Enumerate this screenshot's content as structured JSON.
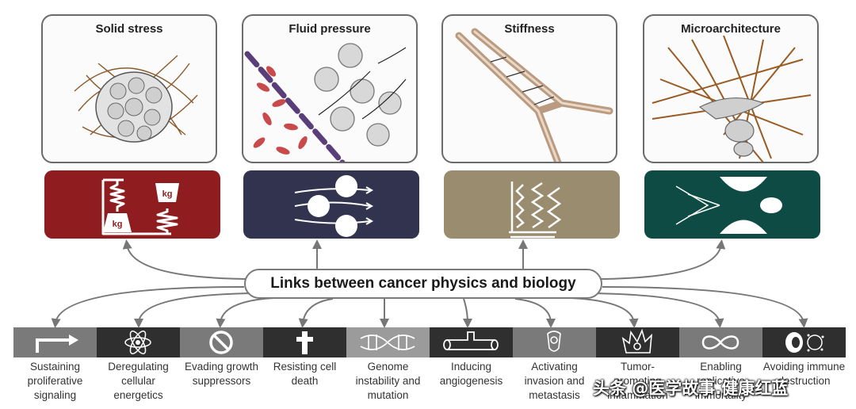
{
  "panels": [
    {
      "title": "Solid stress",
      "color": "#8f1c1f"
    },
    {
      "title": "Fluid pressure",
      "color": "#32344f"
    },
    {
      "title": "Stiffness",
      "color": "#9a8d6f"
    },
    {
      "title": "Microarchitecture",
      "color": "#0e4b44"
    }
  ],
  "icon_glyphs": {
    "weight_label": "kg"
  },
  "center_label": "Links between cancer physics and biology",
  "hallmarks": [
    {
      "lines": [
        "Sustaining",
        "proliferative",
        "signaling"
      ],
      "icon": "bent-arrow-icon",
      "bg": "#7a7a7a"
    },
    {
      "lines": [
        "Deregulating",
        "cellular",
        "energetics"
      ],
      "icon": "atom-icon",
      "bg": "#2f2f2f"
    },
    {
      "lines": [
        "Evading growth",
        "suppressors"
      ],
      "icon": "prohibition-icon",
      "bg": "#7a7a7a"
    },
    {
      "lines": [
        "Resisting cell",
        "death"
      ],
      "icon": "cross-icon",
      "bg": "#2f2f2f"
    },
    {
      "lines": [
        "Genome",
        "instability and",
        "mutation"
      ],
      "icon": "dna-helix-icon",
      "bg": "#9b9b9b"
    },
    {
      "lines": [
        "Inducing",
        "angiogenesis"
      ],
      "icon": "blood-vessel-icon",
      "bg": "#2f2f2f"
    },
    {
      "lines": [
        "Activating",
        "invasion and",
        "metastasis"
      ],
      "icon": "invading-cell-icon",
      "bg": "#7a7a7a"
    },
    {
      "lines": [
        "Tumor-",
        "promoting",
        "inflammation"
      ],
      "icon": "flame-icon",
      "bg": "#2f2f2f"
    },
    {
      "lines": [
        "Enabling",
        "replicative",
        "immortality"
      ],
      "icon": "infinity-icon",
      "bg": "#7a7a7a"
    },
    {
      "lines": [
        "Avoiding immune",
        "destruction"
      ],
      "icon": "immune-cell-icon",
      "bg": "#2f2f2f"
    }
  ],
  "watermark": "头条 @医学故事.健康红蓝"
}
